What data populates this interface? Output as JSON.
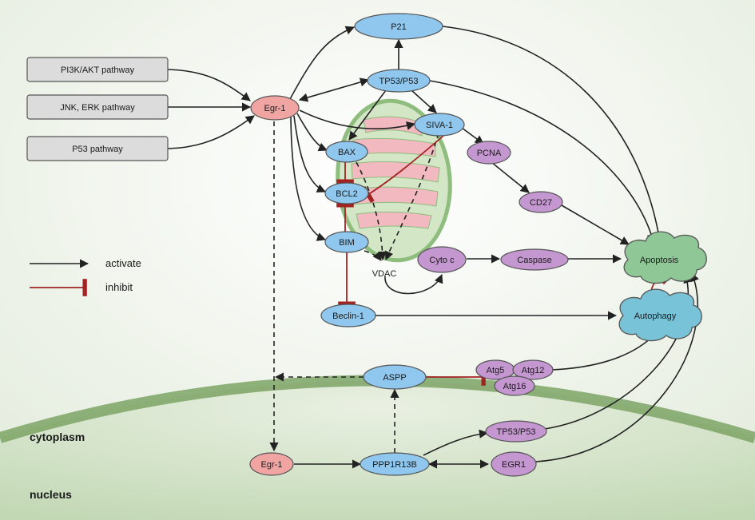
{
  "colors": {
    "background": "#f2f5ee",
    "nucleus_fill": "#c2d8b4",
    "nucleus_edge": "#7da365",
    "mito_fill": "#d3e6c6",
    "mito_edge": "#8ebd7d",
    "mito_cristae": "#f2b9c0",
    "blue_node": "#8fc7ee",
    "purple_node": "#c597d1",
    "pink_node": "#f0a5a3",
    "green_cloud": "#8fc796",
    "teal_cloud": "#78c3d8",
    "activate": "#222222",
    "inhibit": "#a32222"
  },
  "pathways": {
    "pi3k": "PI3K/AKT pathway",
    "jnk": "JNK, ERK pathway",
    "p53": "P53 pathway"
  },
  "nodes": {
    "egr1_top": "Egr-1",
    "p21": "P21",
    "tp53_top": "TP53/P53",
    "siva1": "SIVA-1",
    "bax": "BAX",
    "bcl2": "BCL2",
    "bim": "BIM",
    "pcna": "PCNA",
    "cd27": "CD27",
    "vdac": "VDAC",
    "cytoc": "Cyto c",
    "caspase": "Caspase",
    "apoptosis": "Apoptosis",
    "beclin1": "Beclin-1",
    "autophagy": "Autophagy",
    "aspp": "ASPP",
    "atg5": "Atg5",
    "atg12": "Atg12",
    "atg16": "Atg16",
    "tp53_bottom": "TP53/P53",
    "egr1_bottom": "Egr-1",
    "ppp1r13b": "PPP1R13B",
    "egr1_caps": "EGR1"
  },
  "legend": {
    "activate": "activate",
    "inhibit": "inhibit"
  },
  "regions": {
    "cytoplasm": "cytoplasm",
    "nucleus": "nucleus"
  }
}
